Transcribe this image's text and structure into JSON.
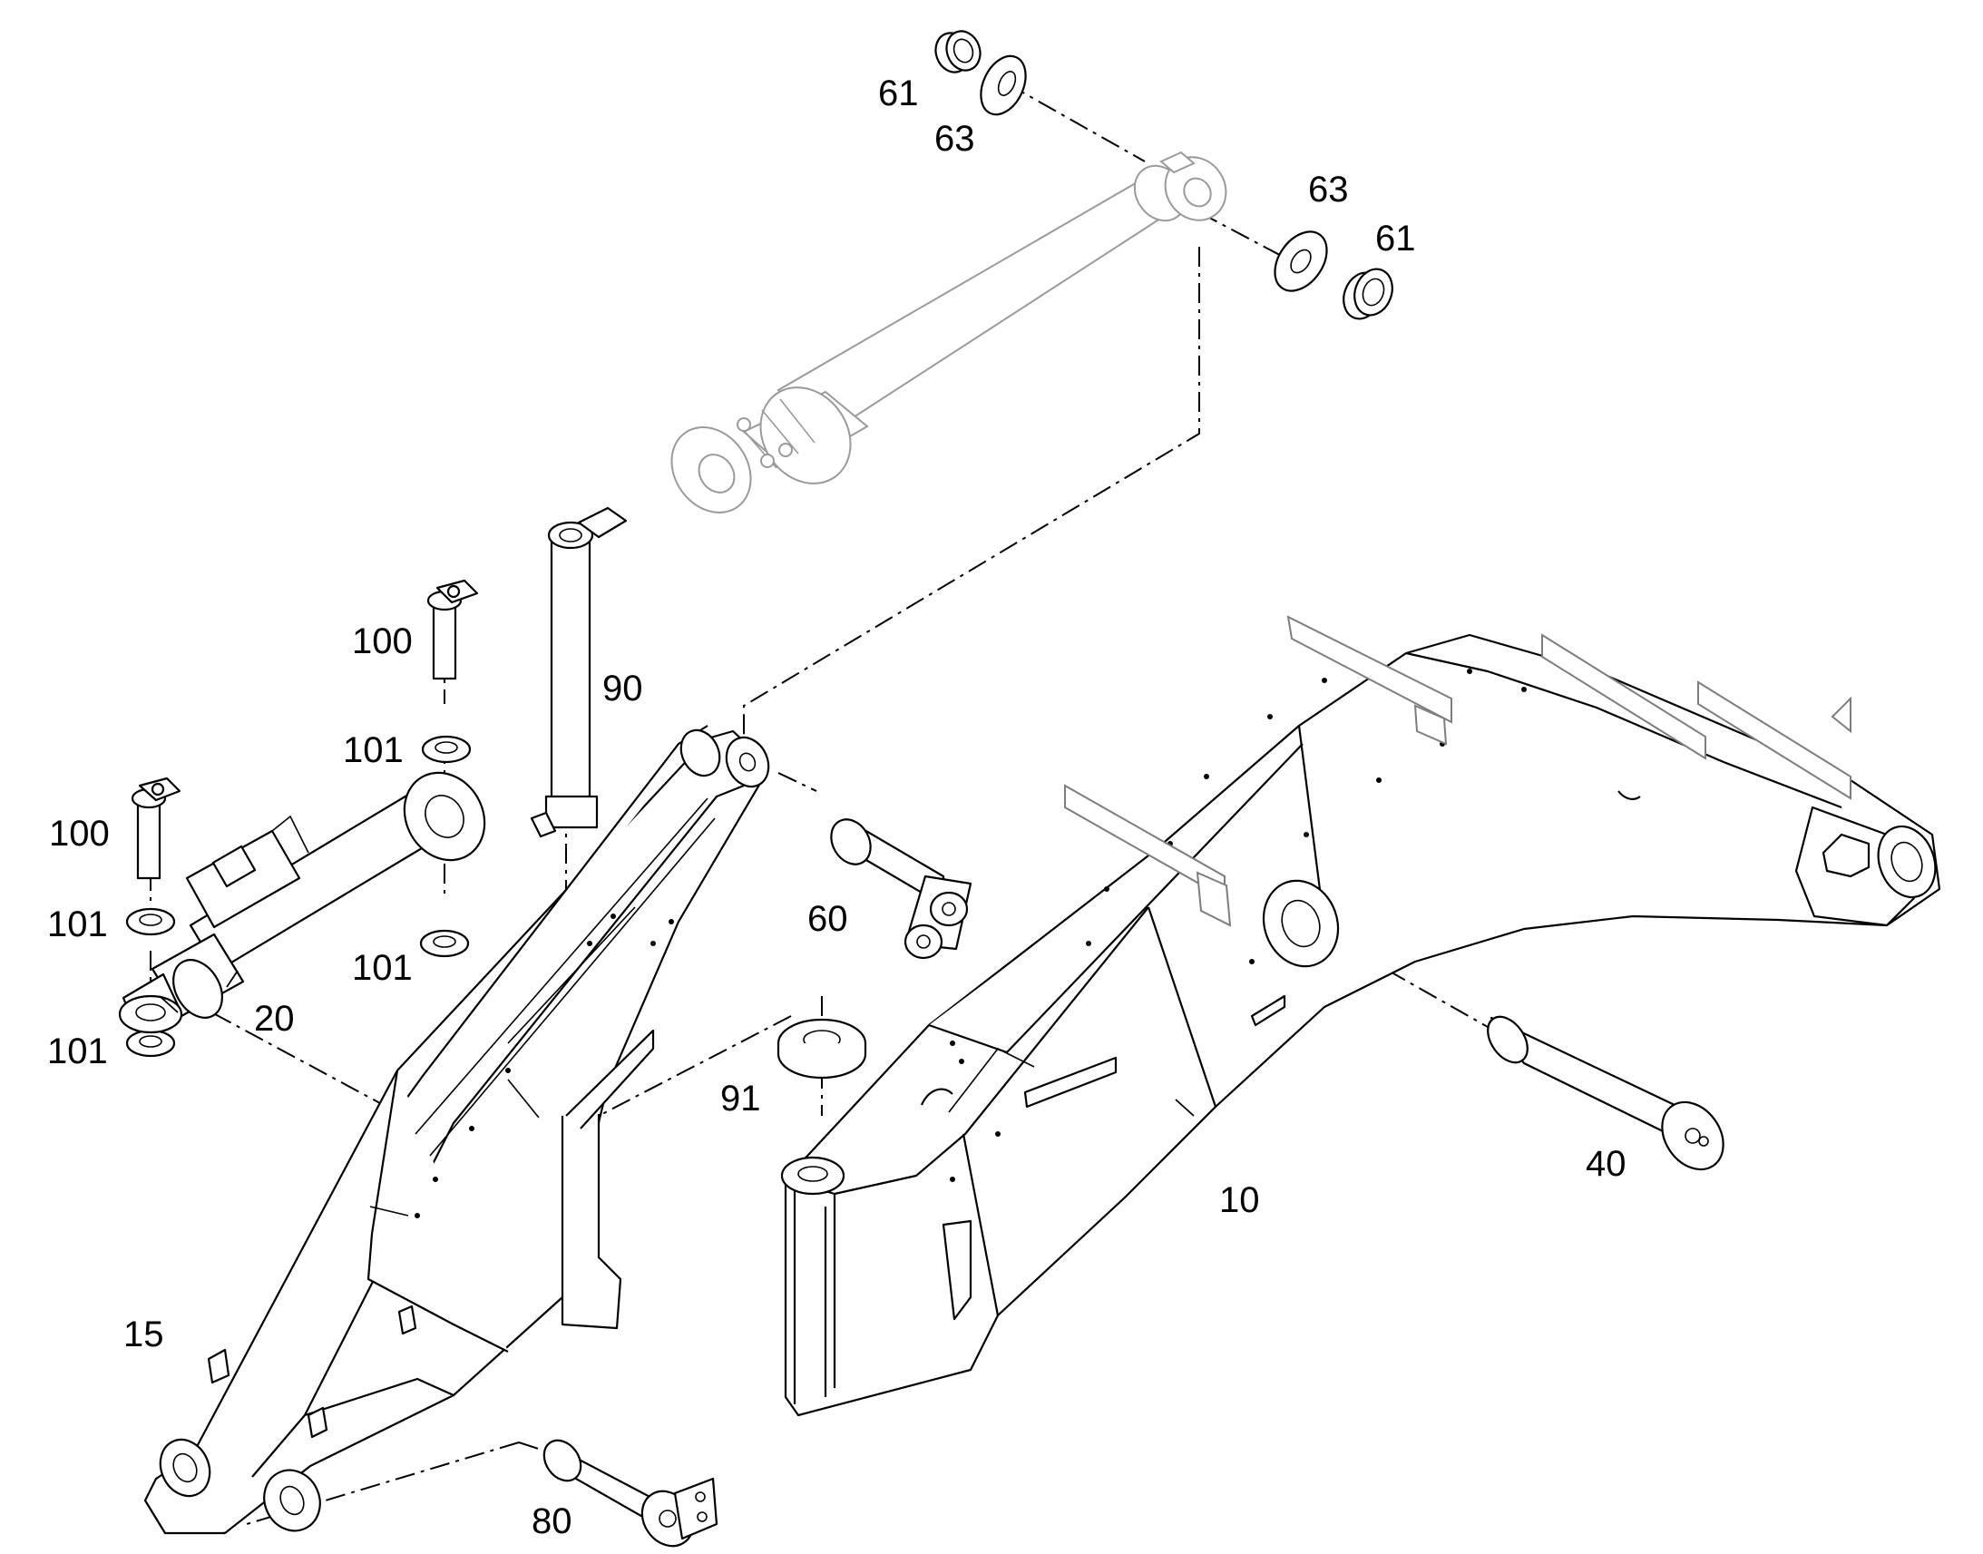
{
  "callouts": {
    "c61a": "61",
    "c63a": "63",
    "c63b": "63",
    "c61b": "61",
    "c100a": "100",
    "c90": "90",
    "c101a": "101",
    "c100b": "100",
    "c60": "60",
    "c101b": "101",
    "c101c": "101",
    "c20": "20",
    "c101d": "101",
    "c91": "91",
    "c10": "10",
    "c40": "40",
    "c15": "15",
    "c80": "80"
  },
  "colors": {
    "line": "#000000",
    "ghost_line": "#9a9a9a",
    "background": "#ffffff"
  }
}
